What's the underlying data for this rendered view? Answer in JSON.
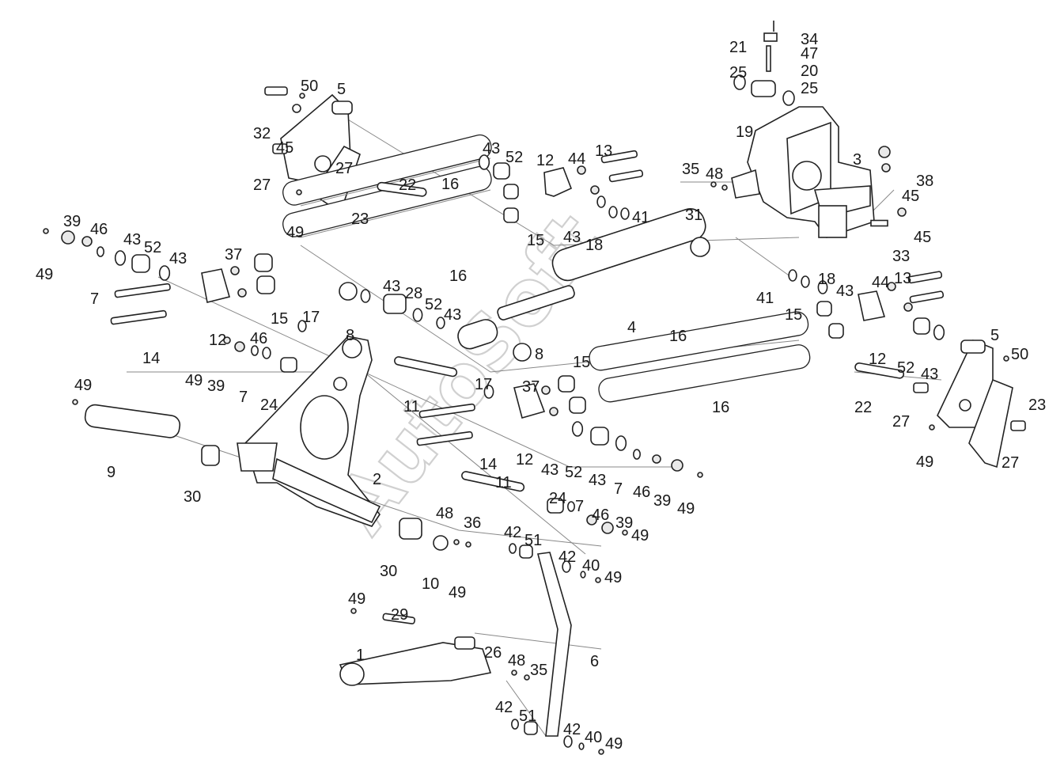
{
  "watermark": "AutoSoft",
  "callouts": [
    {
      "n": "34"
    },
    {
      "n": "21"
    },
    {
      "n": "47"
    },
    {
      "n": "25"
    },
    {
      "n": "20"
    },
    {
      "n": "25"
    },
    {
      "n": "19"
    },
    {
      "n": "3"
    },
    {
      "n": "35"
    },
    {
      "n": "48"
    },
    {
      "n": "38"
    },
    {
      "n": "45"
    },
    {
      "n": "31"
    },
    {
      "n": "45"
    },
    {
      "n": "33"
    },
    {
      "n": "50"
    },
    {
      "n": "5"
    },
    {
      "n": "32"
    },
    {
      "n": "45"
    },
    {
      "n": "27"
    },
    {
      "n": "27"
    },
    {
      "n": "23"
    },
    {
      "n": "49"
    },
    {
      "n": "43"
    },
    {
      "n": "52"
    },
    {
      "n": "12"
    },
    {
      "n": "44"
    },
    {
      "n": "13"
    },
    {
      "n": "16"
    },
    {
      "n": "22"
    },
    {
      "n": "15"
    },
    {
      "n": "43"
    },
    {
      "n": "18"
    },
    {
      "n": "41"
    },
    {
      "n": "16"
    },
    {
      "n": "39"
    },
    {
      "n": "46"
    },
    {
      "n": "43"
    },
    {
      "n": "52"
    },
    {
      "n": "43"
    },
    {
      "n": "49"
    },
    {
      "n": "7"
    },
    {
      "n": "37"
    },
    {
      "n": "15"
    },
    {
      "n": "17"
    },
    {
      "n": "14"
    },
    {
      "n": "12"
    },
    {
      "n": "46"
    },
    {
      "n": "49"
    },
    {
      "n": "39"
    },
    {
      "n": "7"
    },
    {
      "n": "24"
    },
    {
      "n": "43"
    },
    {
      "n": "28"
    },
    {
      "n": "52"
    },
    {
      "n": "43"
    },
    {
      "n": "8"
    },
    {
      "n": "4"
    },
    {
      "n": "8"
    },
    {
      "n": "15"
    },
    {
      "n": "17"
    },
    {
      "n": "37"
    },
    {
      "n": "11"
    },
    {
      "n": "12"
    },
    {
      "n": "14"
    },
    {
      "n": "43"
    },
    {
      "n": "52"
    },
    {
      "n": "43"
    },
    {
      "n": "7"
    },
    {
      "n": "46"
    },
    {
      "n": "39"
    },
    {
      "n": "49"
    },
    {
      "n": "18"
    },
    {
      "n": "41"
    },
    {
      "n": "43"
    },
    {
      "n": "44"
    },
    {
      "n": "13"
    },
    {
      "n": "15"
    },
    {
      "n": "16"
    },
    {
      "n": "12"
    },
    {
      "n": "52"
    },
    {
      "n": "43"
    },
    {
      "n": "5"
    },
    {
      "n": "50"
    },
    {
      "n": "16"
    },
    {
      "n": "22"
    },
    {
      "n": "27"
    },
    {
      "n": "23"
    },
    {
      "n": "49"
    },
    {
      "n": "27"
    },
    {
      "n": "49"
    },
    {
      "n": "9"
    },
    {
      "n": "30"
    },
    {
      "n": "2"
    },
    {
      "n": "11"
    },
    {
      "n": "24"
    },
    {
      "n": "7"
    },
    {
      "n": "46"
    },
    {
      "n": "39"
    },
    {
      "n": "49"
    },
    {
      "n": "48"
    },
    {
      "n": "36"
    },
    {
      "n": "42"
    },
    {
      "n": "51"
    },
    {
      "n": "30"
    },
    {
      "n": "10"
    },
    {
      "n": "49"
    },
    {
      "n": "42"
    },
    {
      "n": "40"
    },
    {
      "n": "49"
    },
    {
      "n": "49"
    },
    {
      "n": "29"
    },
    {
      "n": "1"
    },
    {
      "n": "26"
    },
    {
      "n": "48"
    },
    {
      "n": "35"
    },
    {
      "n": "6"
    },
    {
      "n": "42"
    },
    {
      "n": "51"
    },
    {
      "n": "42"
    },
    {
      "n": "40"
    },
    {
      "n": "49"
    }
  ]
}
